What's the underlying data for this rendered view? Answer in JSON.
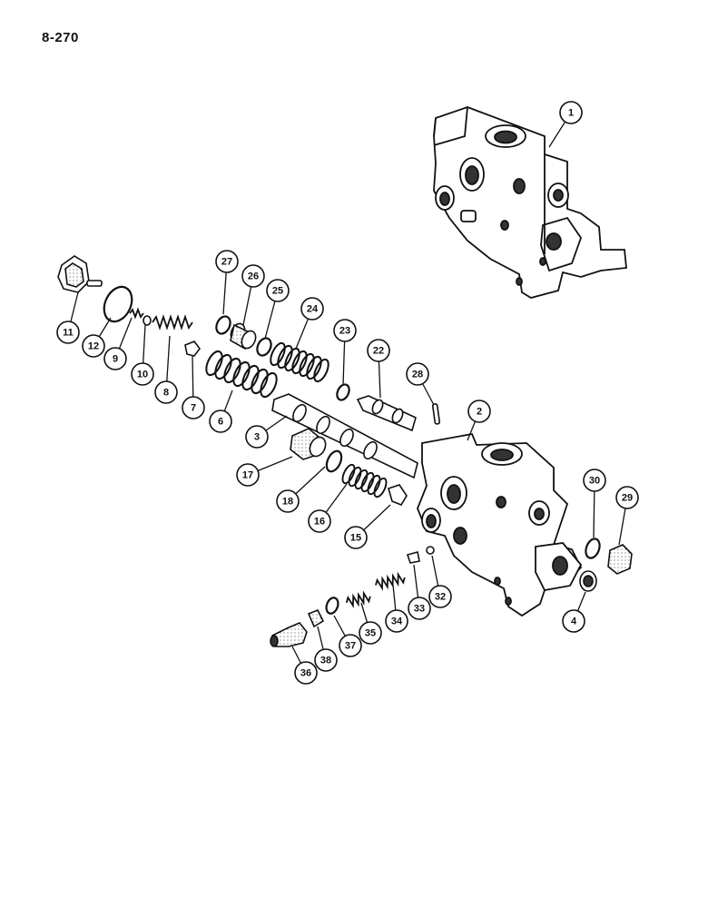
{
  "page_number": "8-270",
  "callouts": [
    {
      "id": "c1",
      "label": "1"
    },
    {
      "id": "c2",
      "label": "2"
    },
    {
      "id": "c3",
      "label": "3"
    },
    {
      "id": "c4",
      "label": "4"
    },
    {
      "id": "c6",
      "label": "6"
    },
    {
      "id": "c7",
      "label": "7"
    },
    {
      "id": "c8",
      "label": "8"
    },
    {
      "id": "c9",
      "label": "9"
    },
    {
      "id": "c10",
      "label": "10"
    },
    {
      "id": "c11",
      "label": "11"
    },
    {
      "id": "c12",
      "label": "12"
    },
    {
      "id": "c15",
      "label": "15"
    },
    {
      "id": "c16",
      "label": "16"
    },
    {
      "id": "c17",
      "label": "17"
    },
    {
      "id": "c18",
      "label": "18"
    },
    {
      "id": "c22",
      "label": "22"
    },
    {
      "id": "c23",
      "label": "23"
    },
    {
      "id": "c24",
      "label": "24"
    },
    {
      "id": "c25",
      "label": "25"
    },
    {
      "id": "c26",
      "label": "26"
    },
    {
      "id": "c27",
      "label": "27"
    },
    {
      "id": "c28",
      "label": "28"
    },
    {
      "id": "c29",
      "label": "29"
    },
    {
      "id": "c30",
      "label": "30"
    },
    {
      "id": "c32",
      "label": "32"
    },
    {
      "id": "c33",
      "label": "33"
    },
    {
      "id": "c34",
      "label": "34"
    },
    {
      "id": "c35",
      "label": "35"
    },
    {
      "id": "c36",
      "label": "36"
    },
    {
      "id": "c37",
      "label": "37"
    },
    {
      "id": "c38",
      "label": "38"
    }
  ]
}
